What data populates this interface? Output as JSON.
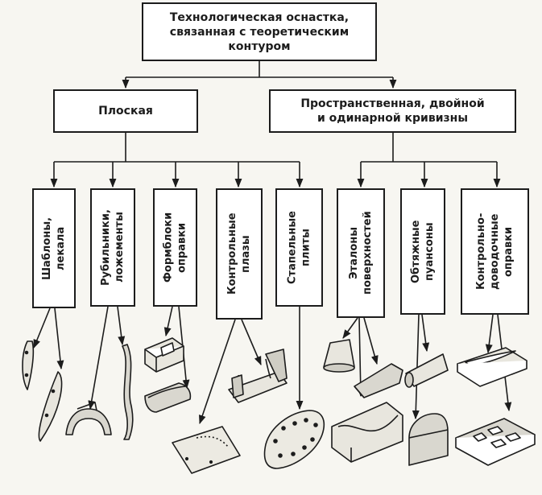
{
  "root": {
    "label": "Технологическая  оснастка,\nсвязанная с теоретическим\nконтуром"
  },
  "groups": {
    "flat": "Плоская",
    "spatial": "Пространственная, двойной\nи одинарной кривизны"
  },
  "items": [
    "Шаблоны,\nлекала",
    "Рубильники,\nложементы",
    "Формблоки\nоправки",
    "Контрольные\nплазы",
    "Стапельные\nплиты",
    "Эталоны\nповерхностей",
    "Обтяжные\nпуансоны",
    "Контрольно-\nдоводочные\nоправки"
  ],
  "icons": [
    "template-icon",
    "curved-lekalo-icon",
    "saddle-bracket-icon",
    "bent-rail-icon",
    "form-block-icon",
    "curved-mandrel-icon",
    "flat-plaza-icon",
    "slipway-frame-icon",
    "perforated-plate-icon",
    "cone-icon",
    "wedge-surface-icon",
    "trough-block-icon",
    "tapered-punch-icon",
    "dome-punch-icon",
    "control-mandrel-icon",
    "pocket-plate-icon"
  ]
}
